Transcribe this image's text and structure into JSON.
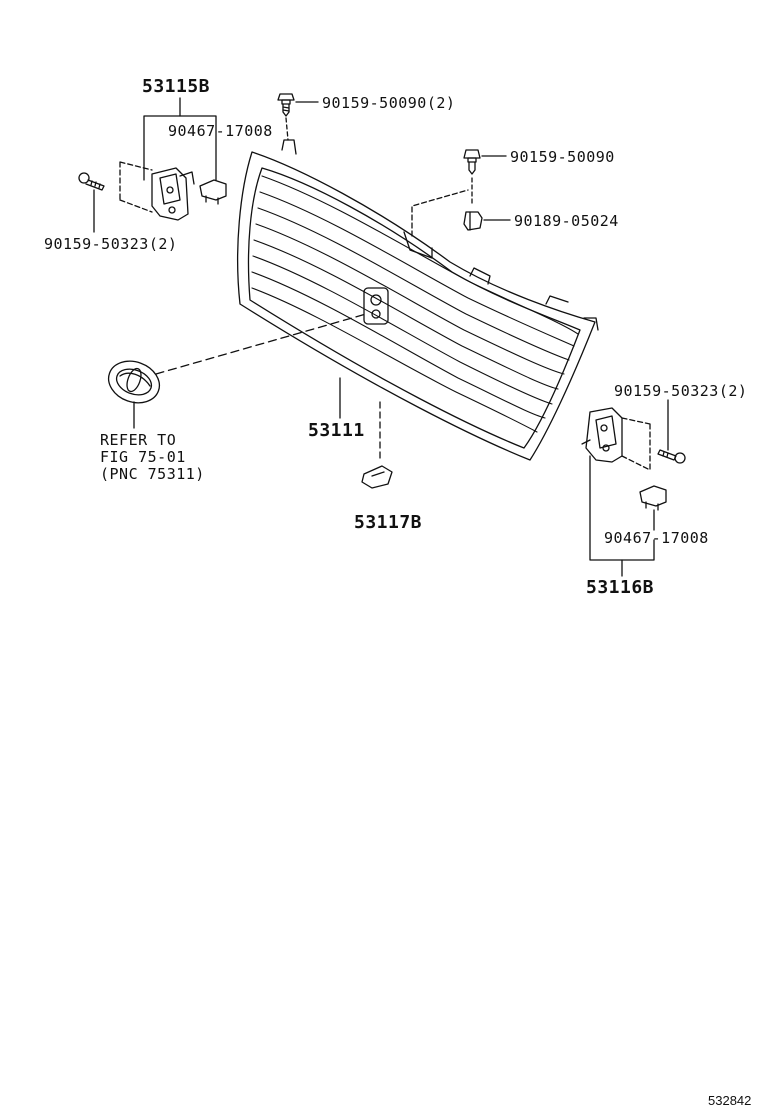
{
  "labels": {
    "p53115b": "53115B",
    "p90159_50090_2": "90159-50090(2)",
    "p90467_17008_a": "90467-17008",
    "p90159_50090": "90159-50090",
    "p90189_05024": "90189-05024",
    "p90159_50323_2_a": "90159-50323(2)",
    "p90159_50323_2_b": "90159-50323(2)",
    "p53111": "53111",
    "p53117b": "53117B",
    "p90467_17008_b": "90467-17008",
    "p53116b": "53116B"
  },
  "refer": {
    "line1": "REFER TO",
    "line2": "FIG 75-01",
    "line3": "(PNC 75311)"
  },
  "diagram_id": "532842"
}
